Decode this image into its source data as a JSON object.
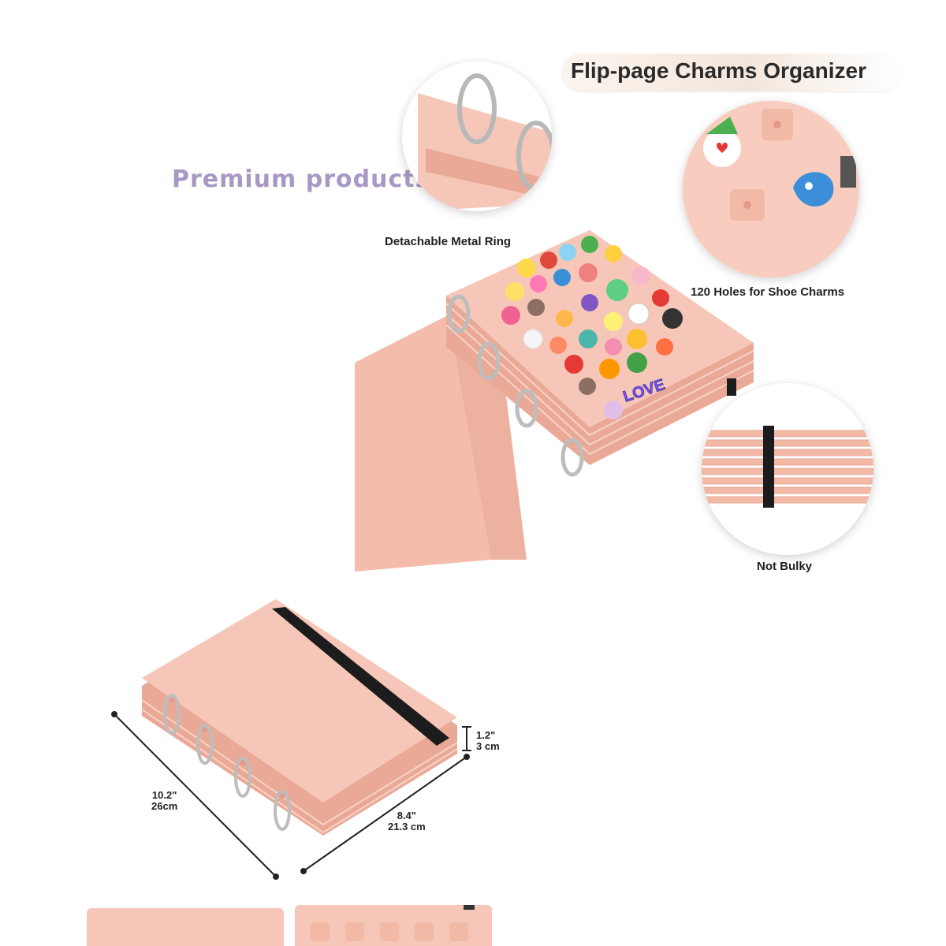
{
  "banner": {
    "text": "Premium products"
  },
  "product_image_1": {
    "title": "Flip-page Charms Organizer",
    "callouts": {
      "ring": "Detachable Metal Ring",
      "holes": "120 Holes for Shoe Charms",
      "bulky": "Not Bulky"
    },
    "charm_text": "LOVE",
    "colors": {
      "pink": "#f6c6b6",
      "pink_dark": "#e8a896",
      "ring": "#c9c9c9",
      "band": "#1c1c1c"
    }
  },
  "product_image_2": {
    "dimensions": {
      "height_in": "1.2\"",
      "height_cm": "3 cm",
      "length_in": "10.2\"",
      "length_cm": "26cm",
      "width_in": "8.4\"",
      "width_cm": "21.3 cm"
    }
  }
}
